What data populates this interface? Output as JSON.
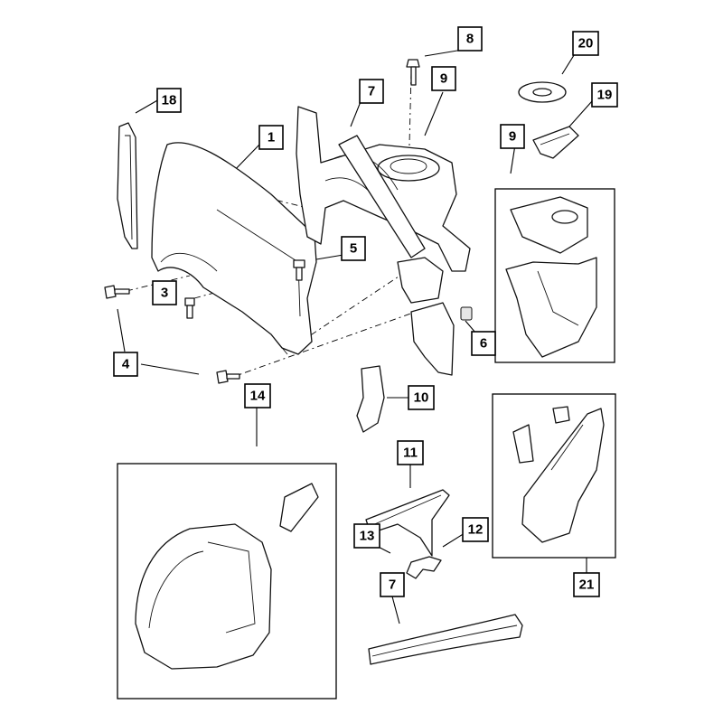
{
  "callouts": {
    "c1": "1",
    "c3": "3",
    "c4": "4",
    "c5": "5",
    "c6": "6",
    "c7_top": "7",
    "c7_bottom": "7",
    "c8": "8",
    "c9_top": "9",
    "c9_right": "9",
    "c10": "10",
    "c11": "11",
    "c12": "12",
    "c13": "13",
    "c14": "14",
    "c18": "18",
    "c19": "19",
    "c20": "20",
    "c21": "21"
  }
}
